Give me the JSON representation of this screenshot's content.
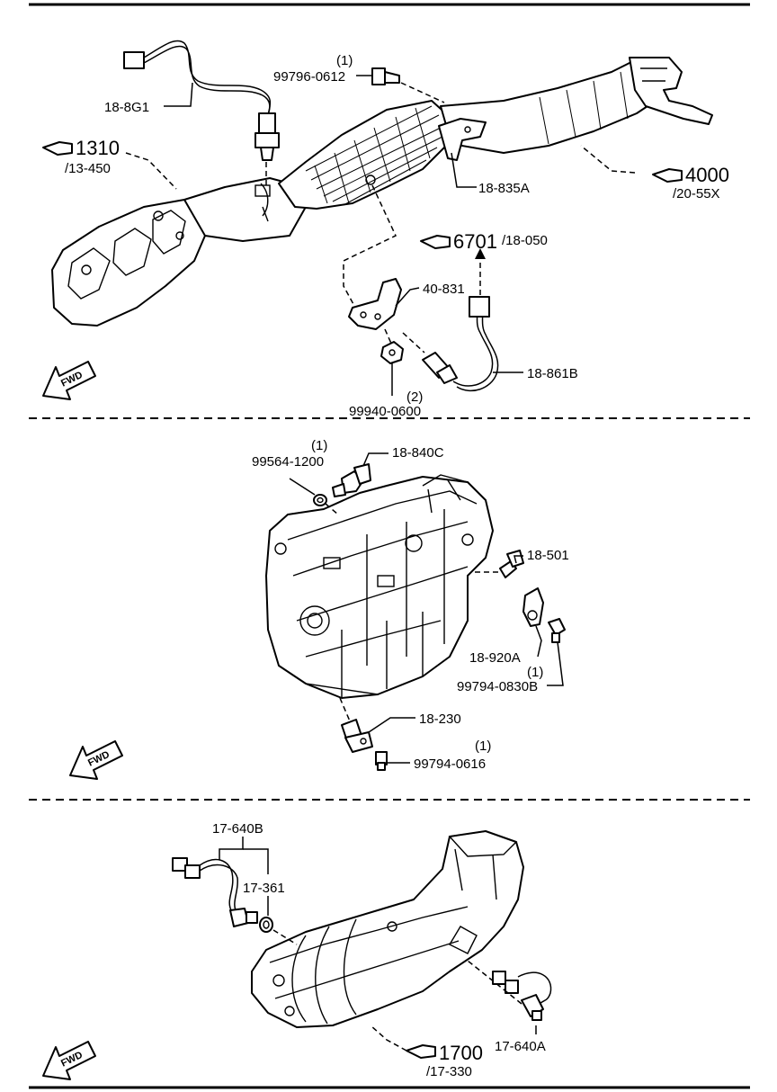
{
  "section1": {
    "o2_sensor_upper": "18-8G1",
    "bolt_qty": "(1)",
    "bolt": "99796-0612",
    "ref_exhaust_manifold": "1310",
    "ref_exhaust_manifold_sub": "/13-450",
    "bracket": "18-835A",
    "ref_exhaust_pipe": "4000",
    "ref_exhaust_pipe_sub": "/20-55X",
    "ref_wiring": "6701",
    "ref_wiring_sub": "/18-050",
    "bracket_lower": "40-831",
    "o2_sensor_lower": "18-861B",
    "nut_qty": "(2)",
    "nut": "99940-0600",
    "fwd": "FWD"
  },
  "section2": {
    "washer_qty": "(1)",
    "washer": "99564-1200",
    "temp_sensor": "18-840C",
    "knock_sensor": "18-501",
    "position_sensor": "18-920A",
    "position_bolt_qty": "(1)",
    "position_bolt": "99794-0830B",
    "crank_sensor": "18-230",
    "crank_bolt_qty": "(1)",
    "crank_bolt": "99794-0616",
    "fwd": "FWD"
  },
  "section3": {
    "harness": "17-640B",
    "gasket": "17-361",
    "switch": "17-640A",
    "ref_transmission": "1700",
    "ref_transmission_sub": "/17-330",
    "fwd": "FWD"
  }
}
